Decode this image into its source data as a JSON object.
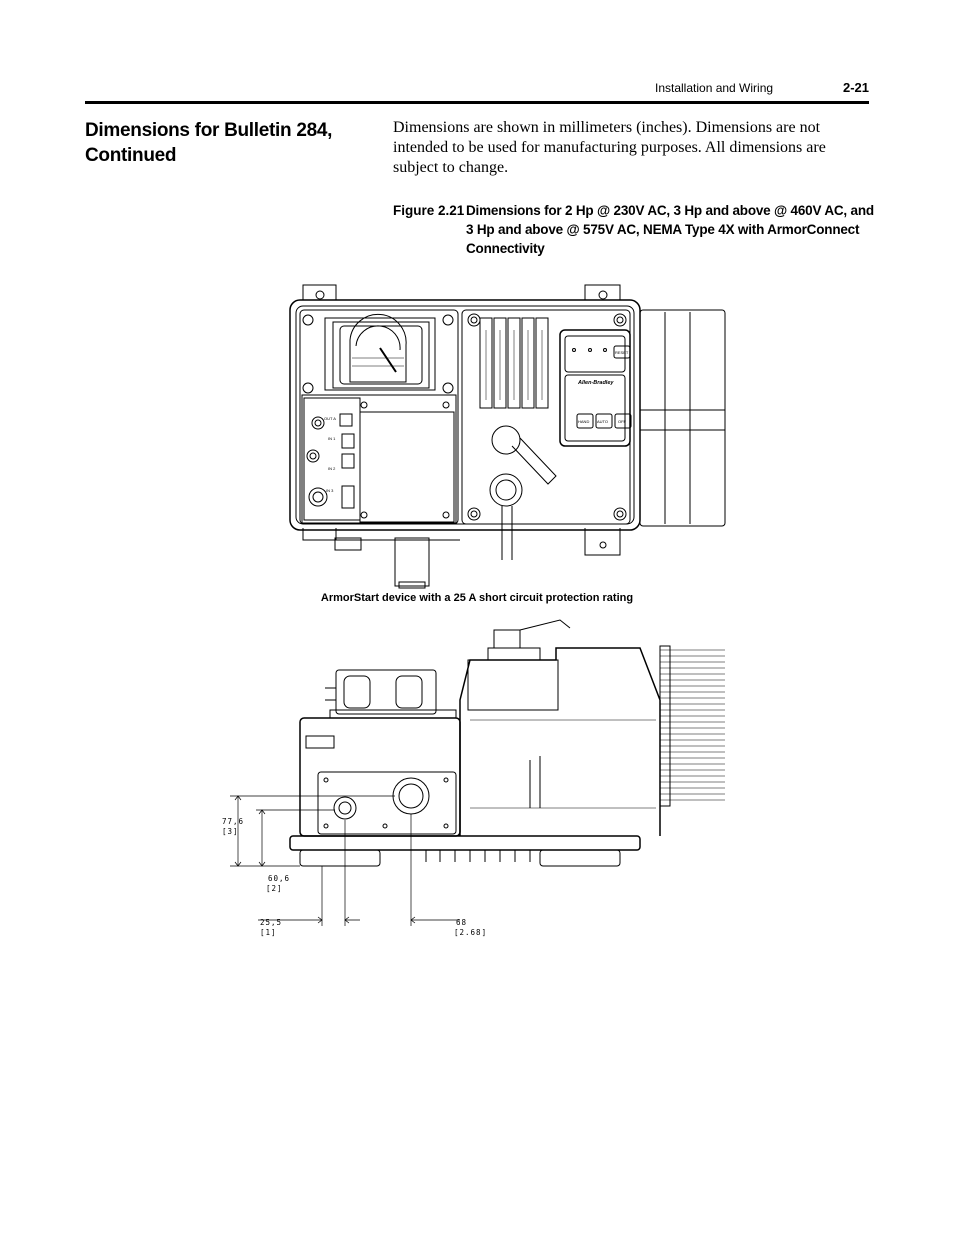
{
  "header": {
    "section": "Installation and Wiring",
    "page_number": "2-21"
  },
  "heading": "Dimensions for Bulletin 284, Continued",
  "body_text": "Dimensions are shown in millimeters (inches). Dimensions are not intended to be used for manufacturing purposes. All dimensions are subject to change.",
  "figure": {
    "number": "Figure 2.21",
    "title": "Dimensions for 2 Hp @ 230V AC, 3 Hp and above @ 460V AC, and 3 Hp and above @ 575V AC, NEMA Type 4X with ArmorConnect Connectivity",
    "caption": "ArmorStart device with a 25 A short circuit protection rating"
  },
  "dimensions": {
    "d1_mm": "77,6",
    "d1_in": "[3]",
    "d2_mm": "60,6",
    "d2_in": "[2]",
    "d3_mm": "25,5",
    "d3_in": "[1]",
    "d4_mm": "68",
    "d4_in": "[2.68]"
  },
  "panel": {
    "hand_label": "HAND",
    "auto_label": "AUTO",
    "off_label": "OFF",
    "reset_label": "RESET",
    "brand_label": "Allen-Bradley"
  }
}
